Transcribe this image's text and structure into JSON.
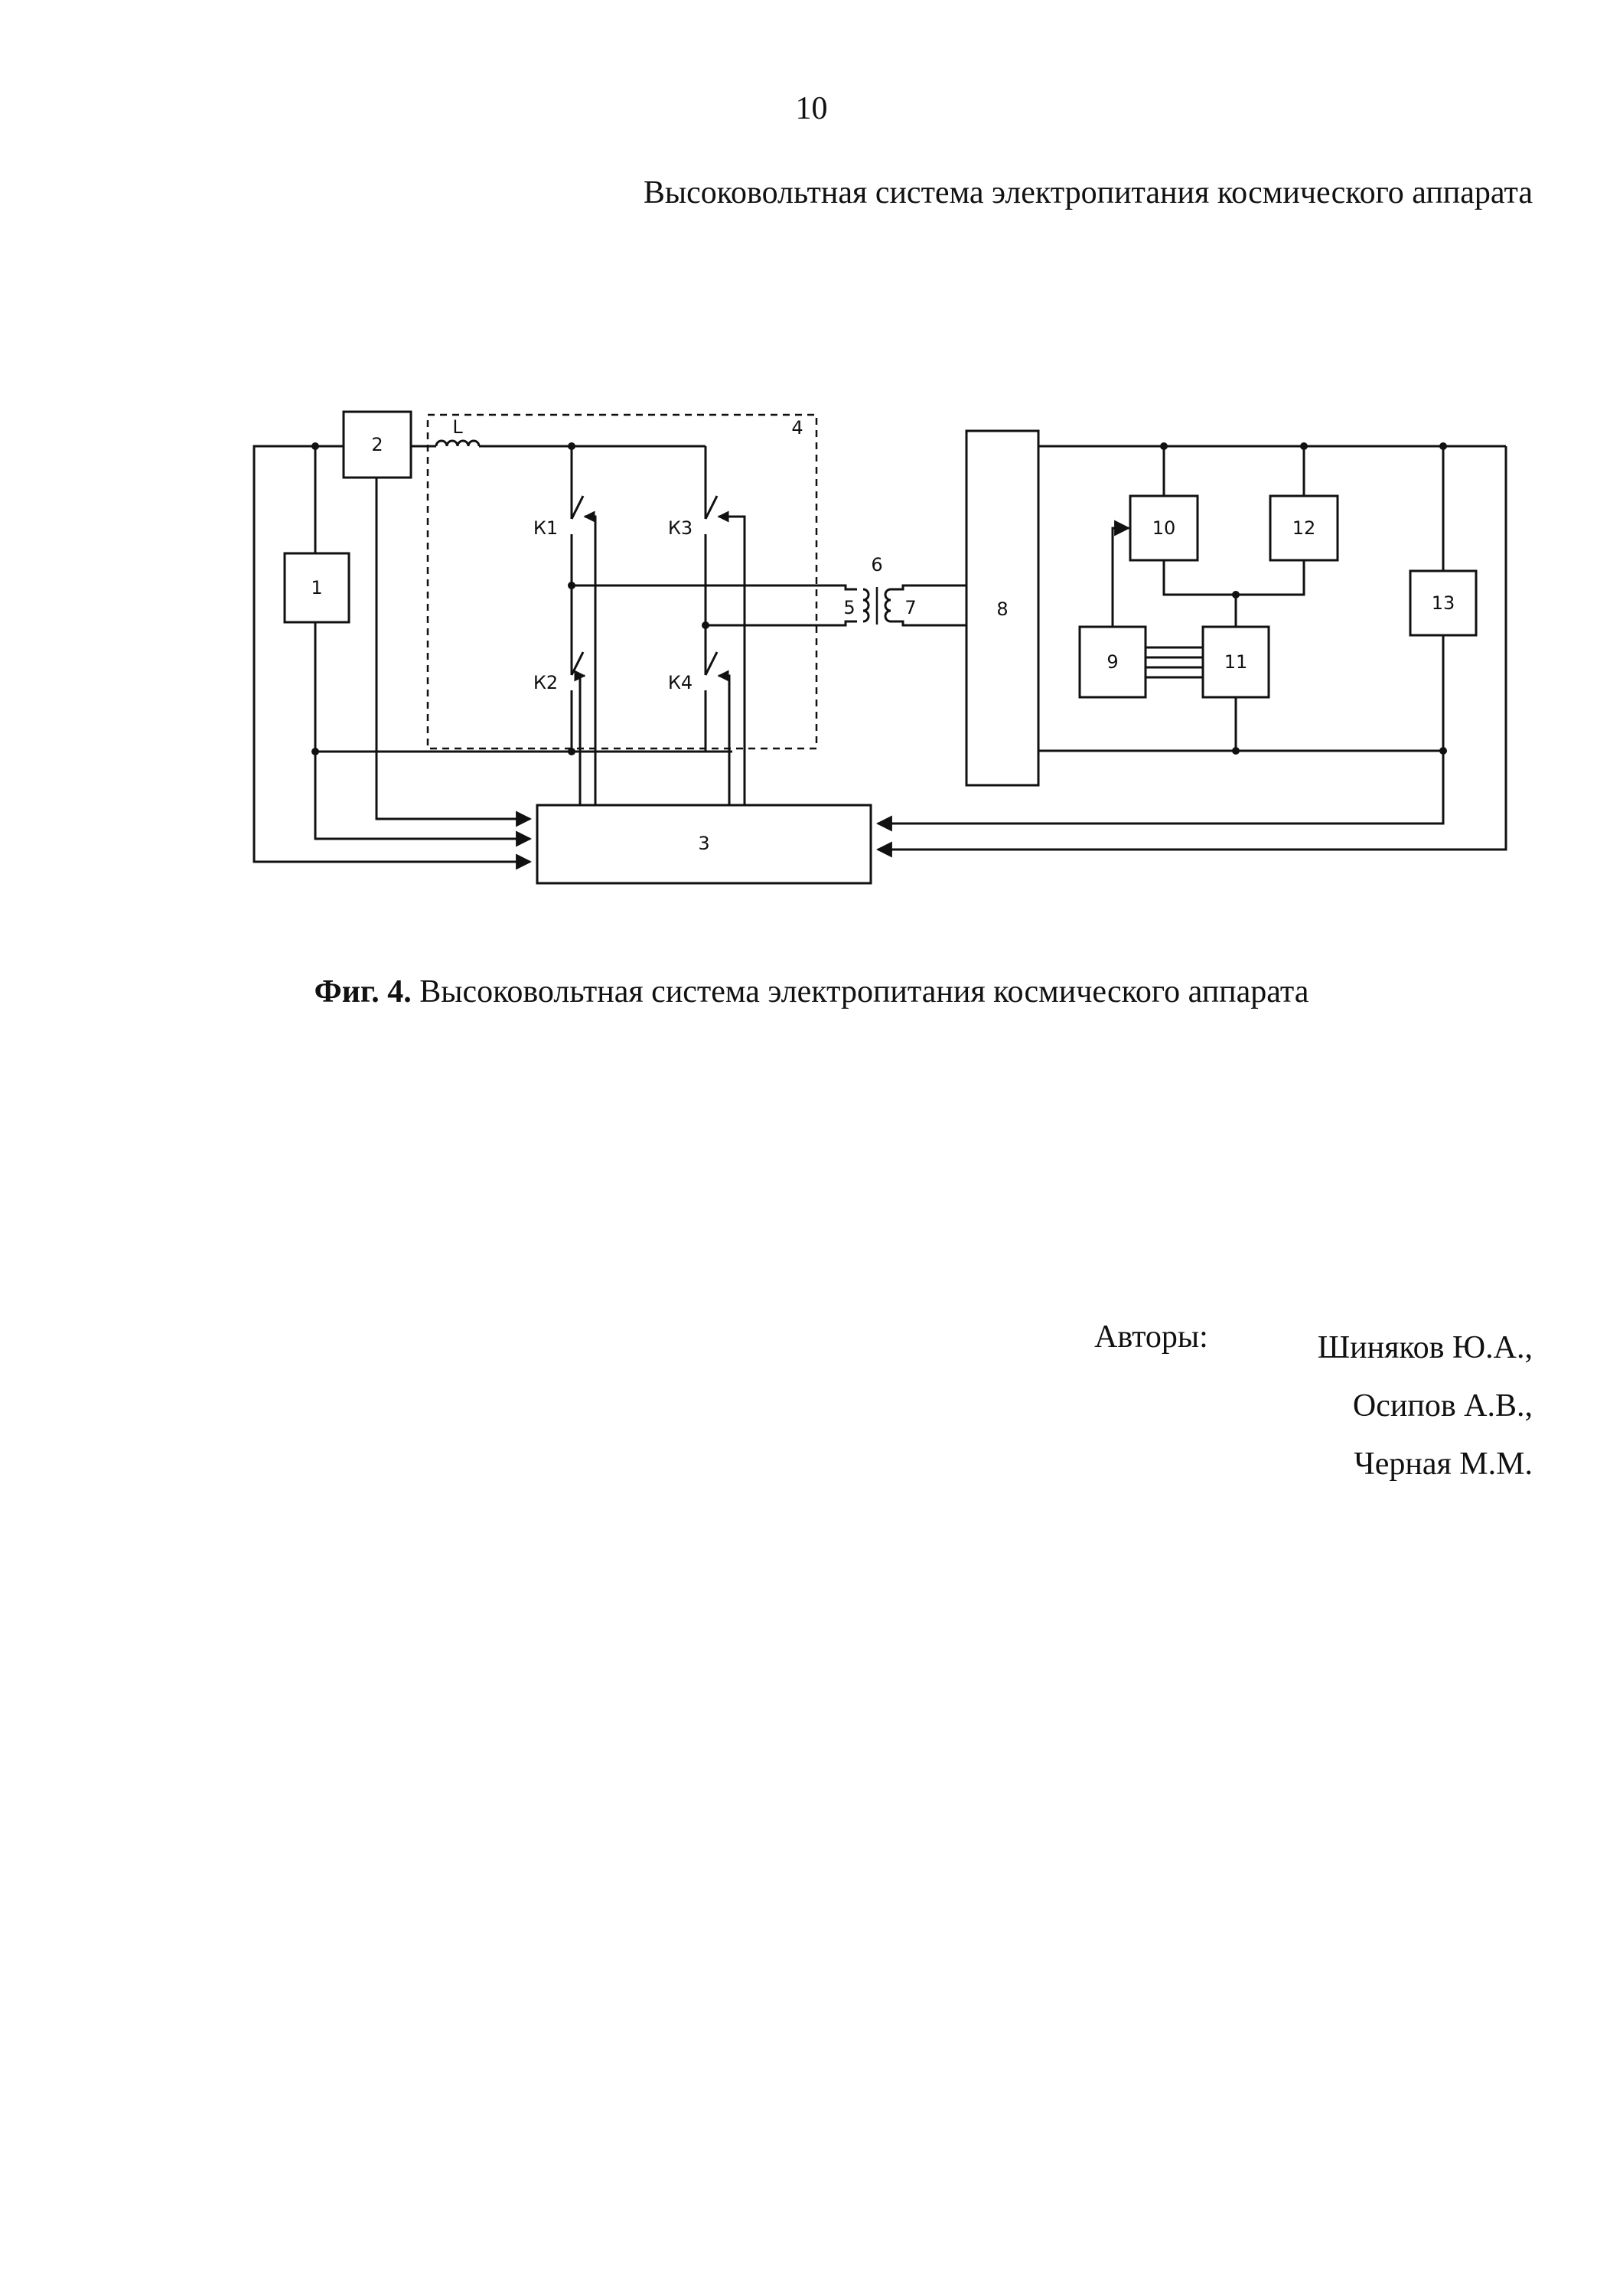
{
  "header": {
    "page_number": "10",
    "title": "Высоковольтная система электропитания космического аппарата"
  },
  "figure": {
    "caption_prefix": "Фиг. 4.",
    "caption_text": " Высоковольтная система электропитания космического аппарата",
    "labels": {
      "block_1": "1",
      "block_2": "2",
      "block_3": "3",
      "block_4": "4",
      "winding_5": "5",
      "transformer_6": "6",
      "winding_7": "7",
      "block_8": "8",
      "block_9": "9",
      "block_10": "10",
      "block_11": "11",
      "block_12": "12",
      "block_13": "13",
      "inductor_L": "L",
      "key_K1": "К1",
      "key_K2": "К2",
      "key_K3": "К3",
      "key_K4": "К4"
    }
  },
  "authors": {
    "label": "Авторы:",
    "names": [
      "Шиняков Ю.А.,",
      "Осипов А.В.,",
      "Черная М.М."
    ]
  }
}
